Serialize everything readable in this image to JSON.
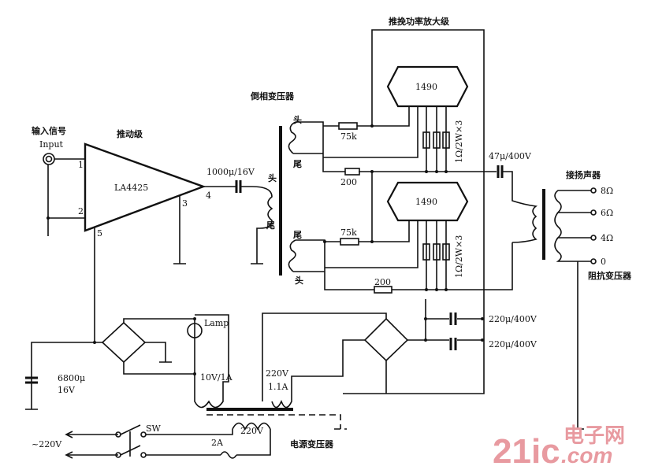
{
  "labels": {
    "input_cn": "输入信号",
    "input": "Input",
    "driver_stage": "推动级",
    "driver_ic": "LA4425",
    "pin1": "1",
    "pin2": "2",
    "pin3": "3",
    "pin4": "4",
    "pin5": "5",
    "cap_coupling": "1000μ/16V",
    "phase_transformer": "倒相变压器",
    "head": "头",
    "tail": "尾",
    "pushpull_stage": "推挽功率放大级",
    "ic_upper": "1490",
    "ic_lower": "1490",
    "r75k_upper": "75k",
    "r200_upper": "200",
    "r75k_lower": "75k",
    "r200_lower": "200",
    "emitter_res_upper": "1Ω/2W×3",
    "emitter_res_lower": "1Ω/2W×3",
    "cap_output": "47μ/400V",
    "speaker": "接扬声器",
    "tap_8": "8Ω",
    "tap_6": "6Ω",
    "tap_4": "4Ω",
    "tap_0": "0",
    "impedance_transformer": "阻抗变压器",
    "lamp": "Lamp",
    "winding_low": "10V/1A",
    "cap_filter": "6800μ",
    "cap_filter_v": "16V",
    "winding_high_v": "220V",
    "winding_high_a": "1.1A",
    "cap_hv1": "220μ/400V",
    "cap_hv2": "220μ/400V",
    "primary": "220V",
    "switch": "SW",
    "fuse": "2A",
    "mains": "~220V",
    "power_transformer": "电源变压器"
  },
  "watermark": {
    "main": "21ic",
    "cn": "电子网",
    "suffix": ".com",
    "color": "#e89aa0"
  }
}
